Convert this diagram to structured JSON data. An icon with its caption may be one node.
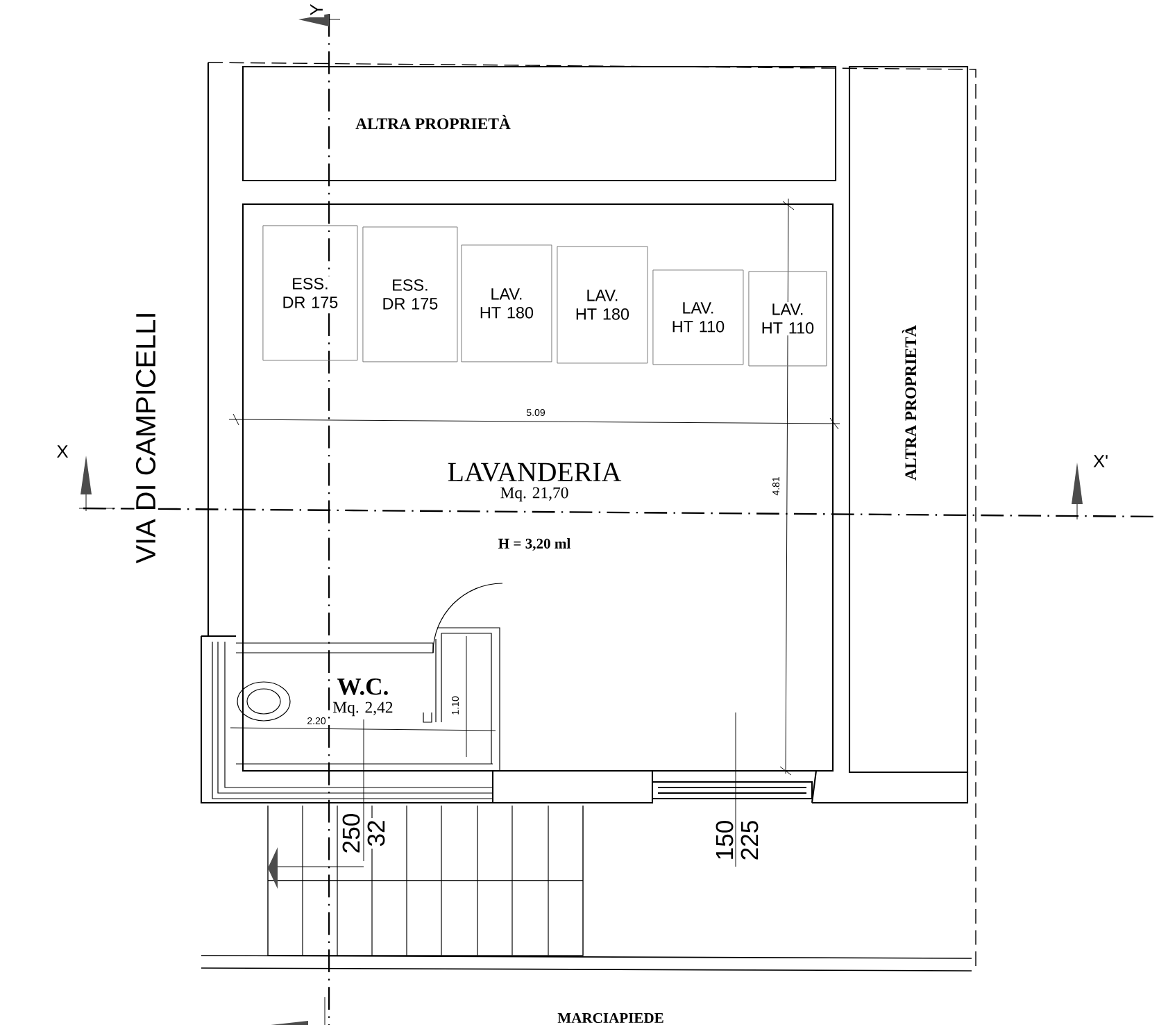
{
  "diagram": {
    "nodes": [
      {
        "text": [
          "ALTRA PROPRIETÀ"
        ]
      },
      {
        "text": [
          "LAVANDERIA",
          "Mq. 21,70",
          "H = 3,20 ml"
        ]
      },
      {
        "text": [
          "ESS. DR 175"
        ],
        "in": 1
      },
      {
        "text": [
          "ESS. DR 175"
        ],
        "in": 1
      },
      {
        "text": [
          "LAV. HT 180"
        ],
        "in": 1
      },
      {
        "text": [
          "LAV. HT 180"
        ],
        "in": 1
      },
      {
        "text": [
          "LAV. HT 110"
        ],
        "in": 1
      },
      {
        "text": [
          "LAV. HT 110"
        ],
        "in": 1
      },
      {
        "text": [
          "ALTRA PROPRIETÀ"
        ]
      },
      {
        "text": [
          "W.C.",
          "Mq. 2,42"
        ],
        "in": 1
      }
    ],
    "labels": [
      "Y",
      "VIA DI CAMPICELLI",
      "X",
      "X'",
      "5.09",
      "4.81",
      "1.10",
      "2.20",
      "250",
      "32",
      "150",
      "225",
      "MARCIAPIEDE"
    ]
  }
}
